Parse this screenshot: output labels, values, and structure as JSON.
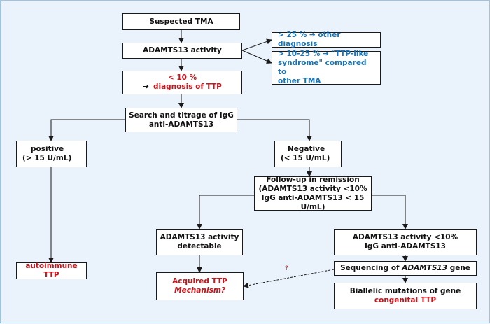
{
  "nodes": {
    "suspected": "Suspected TMA",
    "activity": "ADAMTS13 activity",
    "lt10_line1": "< 10 %",
    "lt10_arrow": "➔",
    "lt10_line2": "diagnosis of TTP",
    "gt25_line1": "> 25 %",
    "gt25_arrow": "➔",
    "gt25_line2": "other diagnosis",
    "ttplike_line1": "> 10-25 %",
    "ttplike_arrow": "➔",
    "ttplike_line2": "\"TTP-like",
    "ttplike_line3": "syndrome\" compared to",
    "ttplike_line4": "other TMA",
    "search_line1": "Search and titrage of IgG",
    "search_line2": "anti-ADAMTS13",
    "positive_line1": "positive",
    "positive_line2": "(> 15 U/mL)",
    "negative_line1": "Negative",
    "negative_line2": "(< 15 U/mL)",
    "followup_line1": "Follow-up in remission",
    "followup_line2": "(ADAMTS13 activity <10%",
    "followup_line3": "IgG anti-ADAMTS13 < 15 U/mL)",
    "detectable_line1": "ADAMTS13 activity",
    "detectable_line2": "detectable",
    "lowactivity_line1": "ADAMTS13 activity <10%",
    "lowactivity_line2": "IgG anti-ADAMTS13",
    "autoimmune": "autoimmune TTP",
    "sequencing_prefix": "Sequencing of",
    "sequencing_gene": "ADAMTS13",
    "sequencing_suffix": "gene",
    "acquired_line1": "Acquired TTP",
    "acquired_line2": "Mechanism?",
    "biallelic_line1": "Biallelic mutations of gene",
    "biallelic_line2": "congenital TTP"
  },
  "question_mark": "?",
  "colors": {
    "red": "#c4161c",
    "blue": "#1a73b5",
    "background": "#eaf3fb"
  }
}
